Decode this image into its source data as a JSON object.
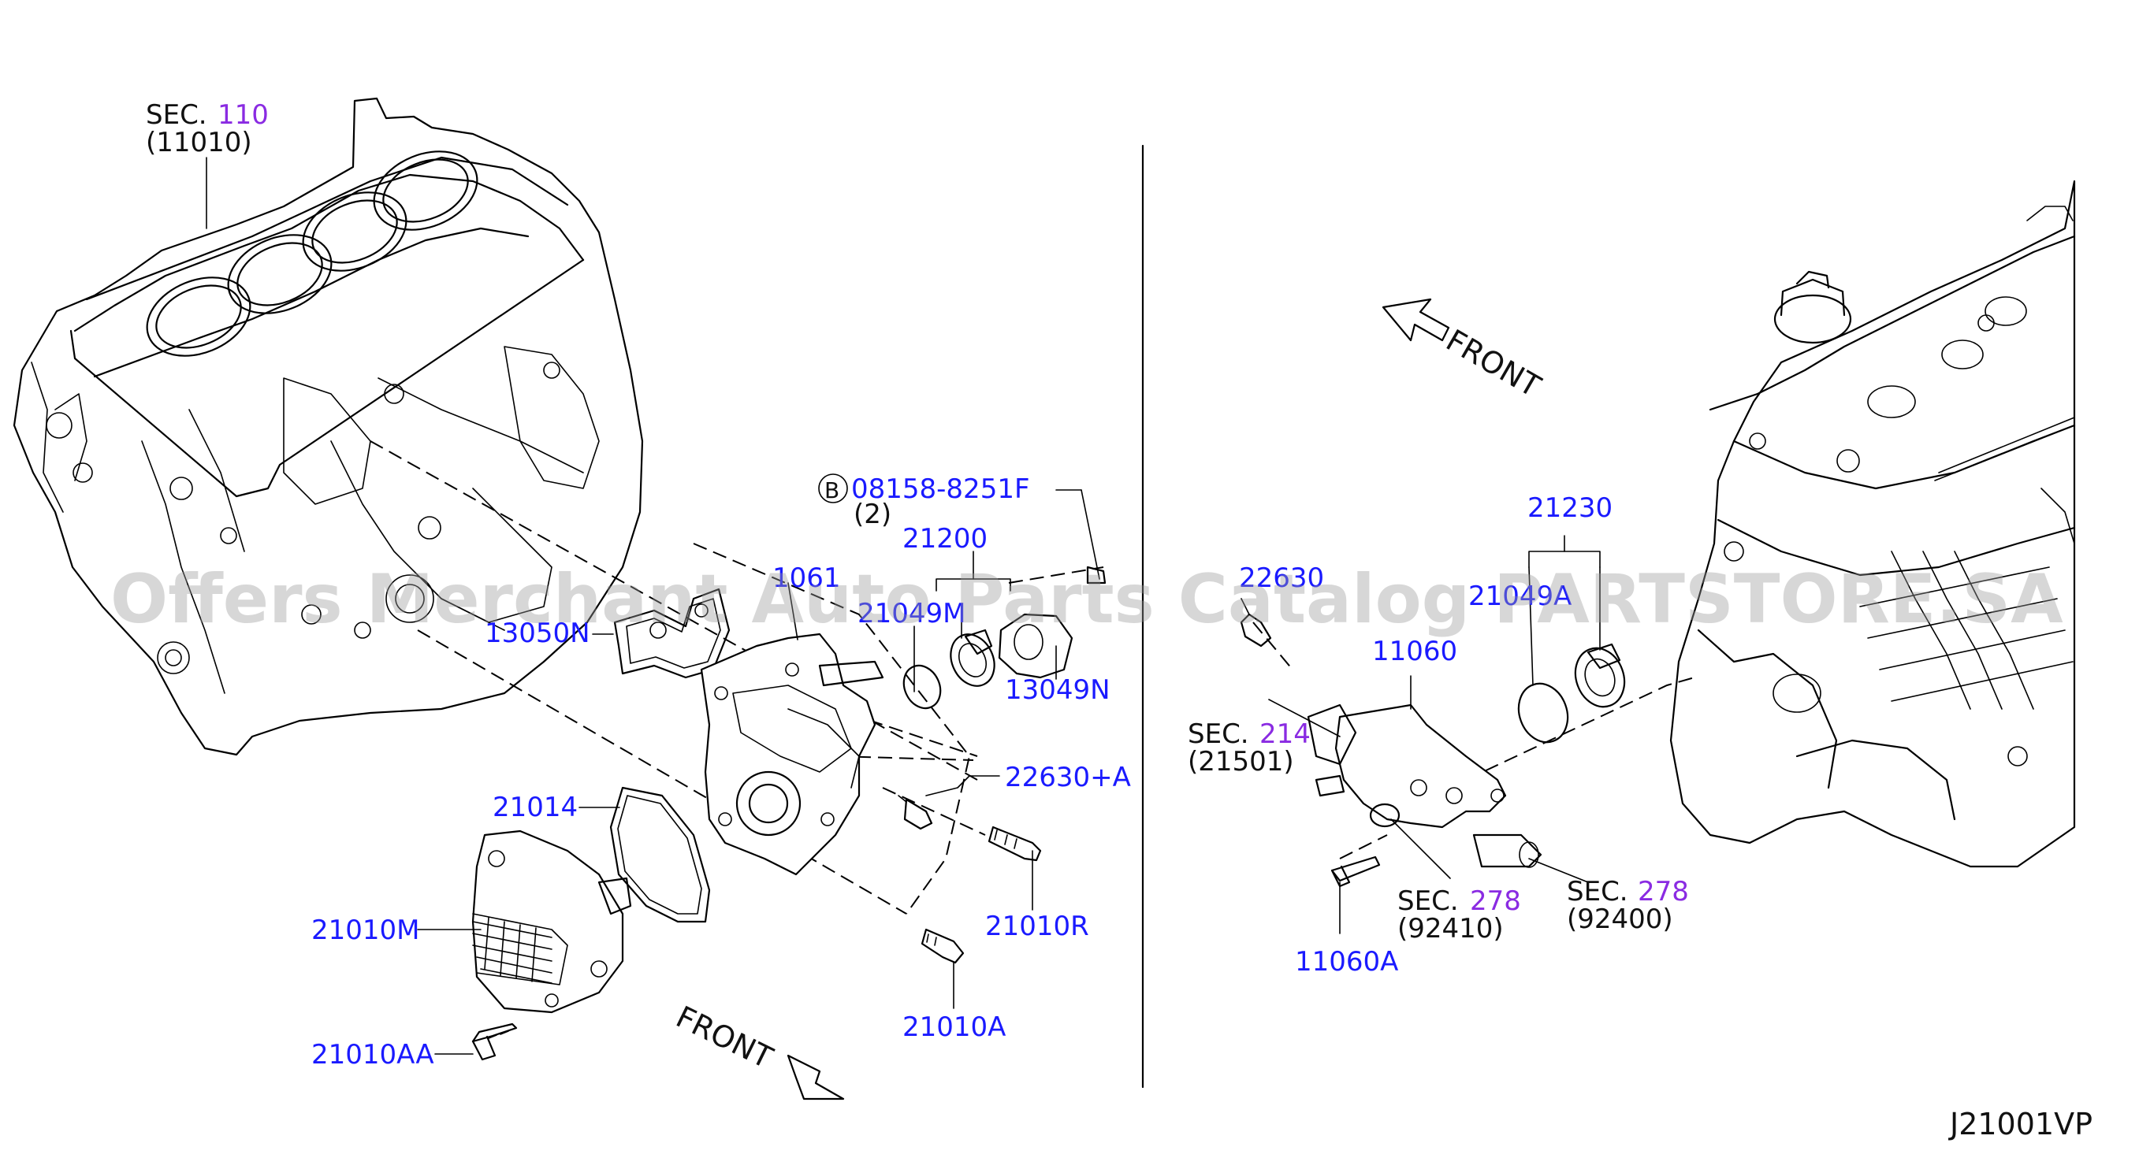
{
  "diagram_id": "J21001VP",
  "watermark": "Offers Merchant Auto Parts Catalog PARTSTORE.SA",
  "colors": {
    "part_number": "#1a1aff",
    "section_ref": "#8a2be2",
    "line": "#000000"
  },
  "left_panel": {
    "sec_110": {
      "prefix": "SEC.",
      "num": "110",
      "sub": "(11010)"
    },
    "bolt_b": {
      "badge": "B",
      "part": "08158-8251F",
      "qty": "(2)"
    },
    "parts": {
      "p21200": "21200",
      "p1061": "1061",
      "p21049m": "21049M",
      "p13050n": "13050N",
      "p13049n": "13049N",
      "p22630a": "22630+A",
      "p21014": "21014",
      "p21010m": "21010M",
      "p21010r": "21010R",
      "p21010a": "21010A",
      "p21010aa": "21010AA"
    },
    "front": "FRONT"
  },
  "right_panel": {
    "front": "FRONT",
    "parts": {
      "p21230": "21230",
      "p22630": "22630",
      "p21049a": "21049A",
      "p11060": "11060",
      "p11060a": "11060A"
    },
    "sec_214": {
      "prefix": "SEC.",
      "num": "214",
      "sub": "(21501)"
    },
    "sec_278_a": {
      "prefix": "SEC.",
      "num": "278",
      "sub": "(92410)"
    },
    "sec_278_b": {
      "prefix": "SEC.",
      "num": "278",
      "sub": "(92400)"
    }
  }
}
